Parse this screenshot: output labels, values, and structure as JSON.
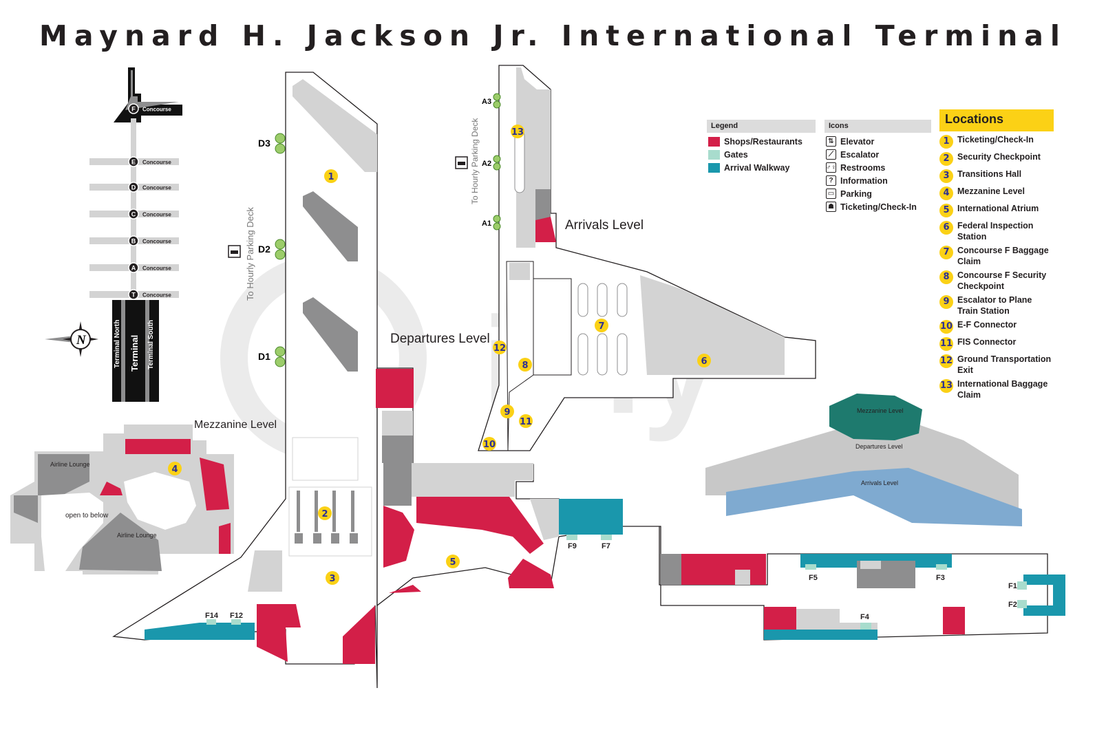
{
  "title": "Maynard H. Jackson Jr. International Terminal",
  "colors": {
    "shops": "#d31f48",
    "gates": "#a8dccd",
    "arrival_walkway": "#1a97ac",
    "floor_light": "#d3d3d3",
    "floor_dark": "#8e8e8f",
    "locations_accent": "#fbd116",
    "number_text": "#2e3192"
  },
  "overview": {
    "concourses": [
      {
        "letter": "F",
        "label": "Concourse"
      },
      {
        "letter": "E",
        "label": "Concourse"
      },
      {
        "letter": "D",
        "label": "Concourse"
      },
      {
        "letter": "C",
        "label": "Concourse"
      },
      {
        "letter": "B",
        "label": "Concourse"
      },
      {
        "letter": "A",
        "label": "Concourse"
      },
      {
        "letter": "T",
        "label": "Concourse"
      }
    ],
    "terminal_labels": [
      "Terminal North",
      "Terminal",
      "Terminal South"
    ],
    "compass_letter": "N"
  },
  "levels": {
    "mezzanine": "Mezzanine Level",
    "departures": "Departures Level",
    "arrivals": "Arrivals Level"
  },
  "mezzanine_labels": {
    "airline_lounge_1": "Airline Lounge",
    "open_to_below": "open to below",
    "airline_lounge_2": "Airline Lounge"
  },
  "parking_deck": "To Hourly Parking Deck",
  "doors_departures": [
    "D3",
    "D2",
    "D1"
  ],
  "doors_arrivals": [
    "A3",
    "A2",
    "A1"
  ],
  "gates": [
    "F14",
    "F12",
    "F9",
    "F7",
    "F5",
    "F3",
    "F1",
    "F2",
    "F4"
  ],
  "model_labels": [
    "Mezzanine Level",
    "Departures Level",
    "Arrivals Level"
  ],
  "watermark": "iFly",
  "legend": {
    "title": "Legend",
    "items": [
      {
        "label": "Shops/Restaurants",
        "color": "#d31f48"
      },
      {
        "label": "Gates",
        "color": "#a8dccd"
      },
      {
        "label": "Arrival Walkway",
        "color": "#1a97ac"
      }
    ]
  },
  "icons": {
    "title": "Icons",
    "items": [
      {
        "label": "Elevator",
        "icon": "elevator-icon",
        "glyph": "⇅"
      },
      {
        "label": "Escalator",
        "icon": "escalator-icon",
        "glyph": "⟋"
      },
      {
        "label": "Restrooms",
        "icon": "restrooms-icon",
        "glyph": "♂♀"
      },
      {
        "label": "Information",
        "icon": "information-icon",
        "glyph": "?"
      },
      {
        "label": "Parking",
        "icon": "parking-icon",
        "glyph": "▭"
      },
      {
        "label": "Ticketing/Check-In",
        "icon": "ticketing-icon",
        "glyph": "☗"
      }
    ]
  },
  "locations": {
    "title": "Locations",
    "items": [
      {
        "n": "1",
        "label": "Ticketing/Check-In"
      },
      {
        "n": "2",
        "label": "Security Checkpoint"
      },
      {
        "n": "3",
        "label": "Transitions Hall"
      },
      {
        "n": "4",
        "label": "Mezzanine Level"
      },
      {
        "n": "5",
        "label": "International Atrium"
      },
      {
        "n": "6",
        "label": "Federal Inspection Station"
      },
      {
        "n": "7",
        "label": "Concourse F Baggage Claim"
      },
      {
        "n": "8",
        "label": "Concourse F Security Checkpoint"
      },
      {
        "n": "9",
        "label": "Escalator to Plane Train Station"
      },
      {
        "n": "10",
        "label": "E-F Connector"
      },
      {
        "n": "11",
        "label": "FIS Connector"
      },
      {
        "n": "12",
        "label": "Ground Transportation Exit"
      },
      {
        "n": "13",
        "label": "International Baggage Claim"
      }
    ]
  }
}
